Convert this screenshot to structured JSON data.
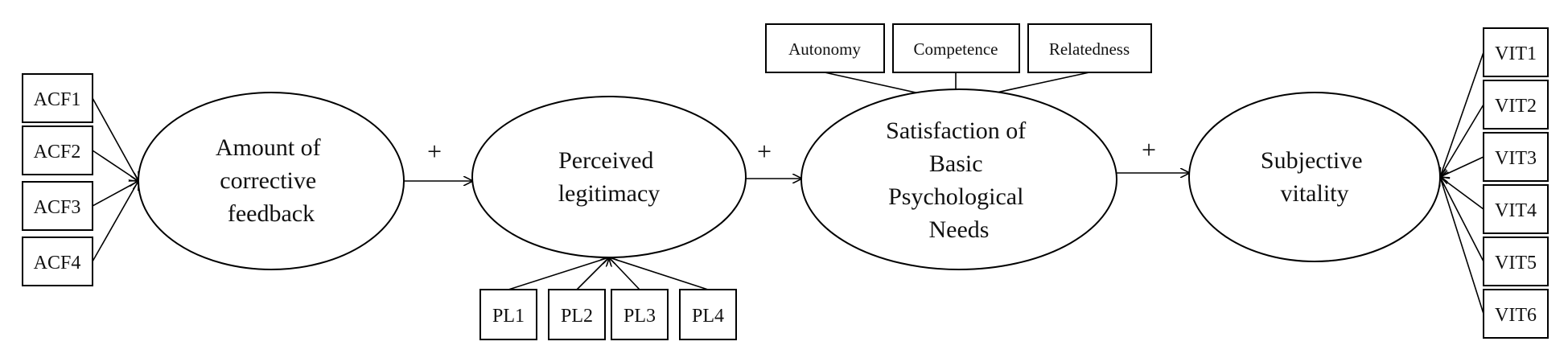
{
  "latents": {
    "acf": {
      "lines": [
        "Amount of",
        "corrective",
        "feedback"
      ]
    },
    "pl": {
      "lines": [
        "Perceived",
        "legitimacy"
      ]
    },
    "bpn": {
      "lines": [
        "Satisfaction of",
        "Basic",
        "Psychological",
        "Needs"
      ]
    },
    "vit": {
      "lines": [
        "Subjective",
        "vitality"
      ]
    }
  },
  "indicators": {
    "acf": [
      "ACF1",
      "ACF2",
      "ACF3",
      "ACF4"
    ],
    "pl": [
      "PL1",
      "PL2",
      "PL3",
      "PL4"
    ],
    "needs": [
      "Autonomy",
      "Competence",
      "Relatedness"
    ],
    "vit": [
      "VIT1",
      "VIT2",
      "VIT3",
      "VIT4",
      "VIT5",
      "VIT6"
    ]
  },
  "paths": [
    {
      "from": "Amount of corrective feedback",
      "to": "Perceived legitimacy",
      "sign": "+"
    },
    {
      "from": "Perceived legitimacy",
      "to": "Satisfaction of Basic Psychological Needs",
      "sign": "+"
    },
    {
      "from": "Satisfaction of Basic Psychological Needs",
      "to": "Subjective vitality",
      "sign": "+"
    }
  ],
  "colors": {
    "stroke": "#000000",
    "text": "#111111",
    "background": "#ffffff"
  }
}
